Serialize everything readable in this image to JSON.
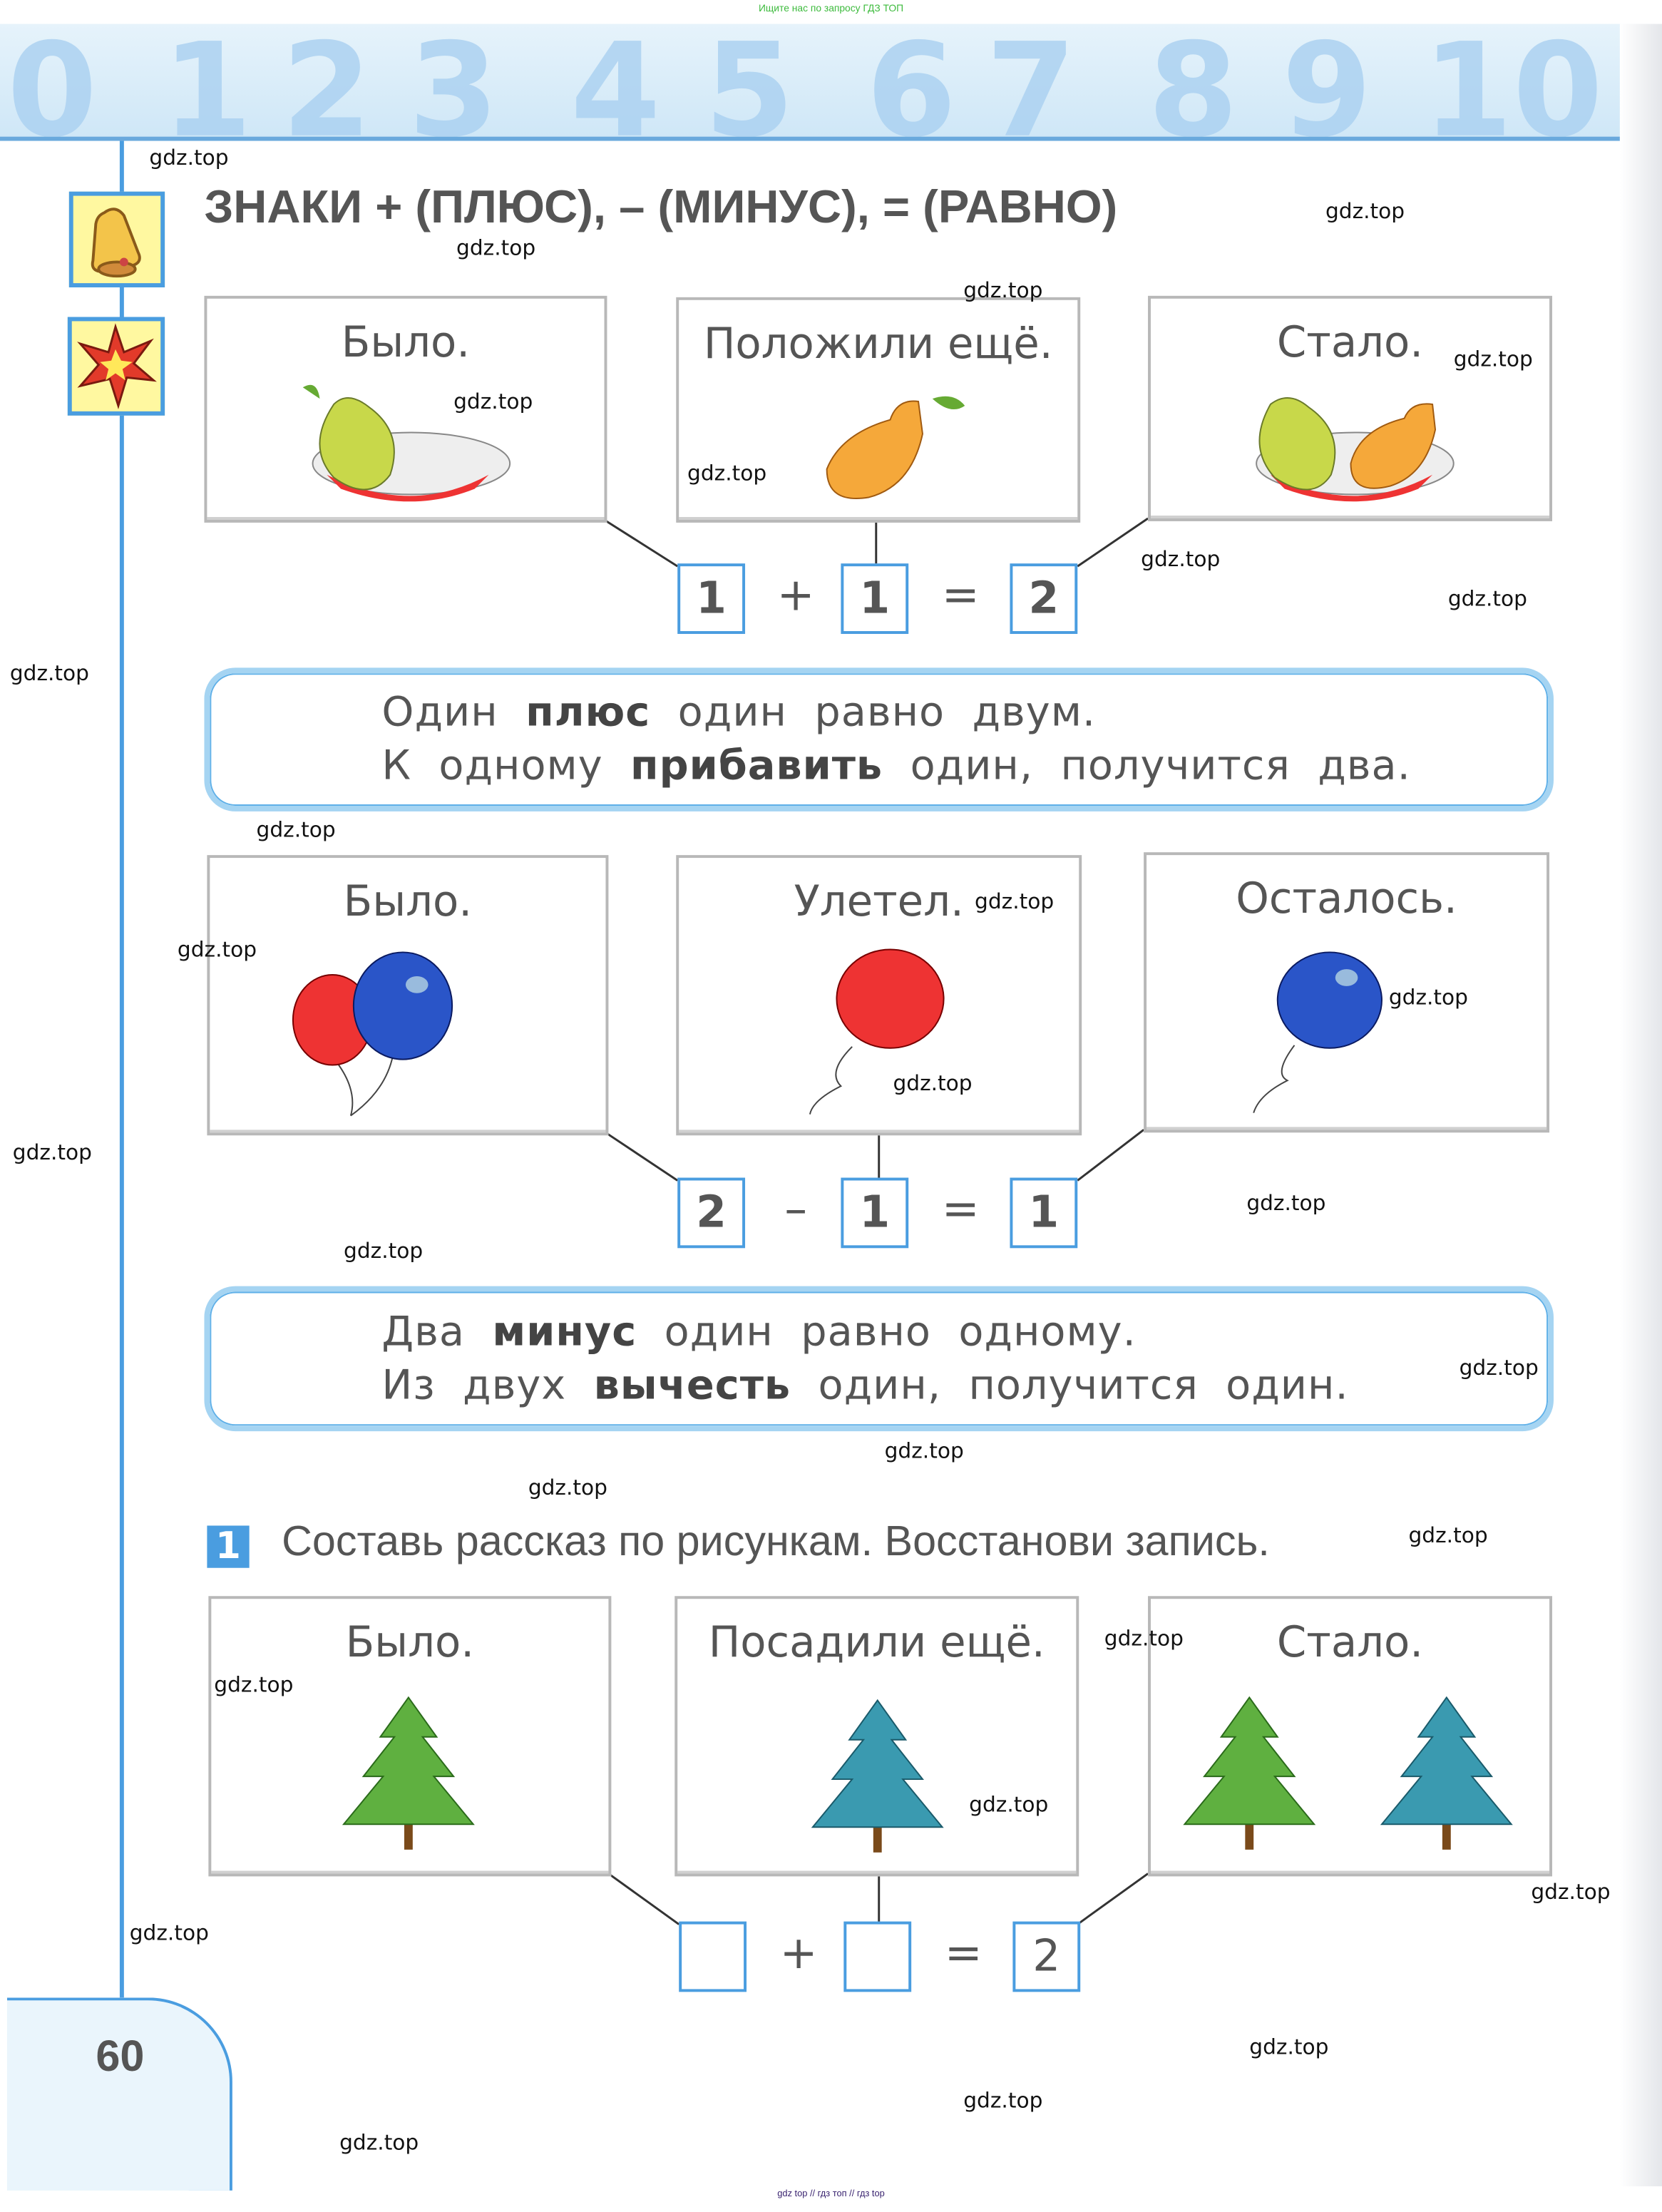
{
  "top_note": "Ищите нас по запросу ГДЗ ТОП",
  "bottom_note": "gdz top  //  гдз топ  //  гдз top",
  "banner_digits": [
    "0",
    "1",
    "2",
    "3",
    "4",
    "5",
    "6",
    "7",
    "8",
    "9",
    "10"
  ],
  "title": "ЗНАКИ  +  (ПЛЮС),  –  (МИНУС),  =  (РАВНО)",
  "addition": {
    "panels": [
      "Было.",
      "Положили  ещё.",
      "Стало."
    ],
    "equation": {
      "a": "1",
      "op": "+",
      "b": "1",
      "eq": "=",
      "result": "2"
    },
    "rule": {
      "l1_pre": "Один  ",
      "l1_bold": "плюс",
      "l1_post": "  один  равно  двум.",
      "l2_pre": "К  одному  ",
      "l2_bold": "прибавить",
      "l2_post": "  один,  получится  два."
    }
  },
  "subtraction": {
    "panels": [
      "Было.",
      "Улетел.",
      "Осталось."
    ],
    "equation": {
      "a": "2",
      "op": "–",
      "b": "1",
      "eq": "=",
      "result": "1"
    },
    "rule": {
      "l1_pre": "Два  ",
      "l1_bold": "минус",
      "l1_post": "  один  равно  одному.",
      "l2_pre": "Из  двух  ",
      "l2_bold": "вычесть",
      "l2_post": "  один,  получится  один."
    }
  },
  "task": {
    "number": "1",
    "text": "Составь  рассказ  по  рисункам.  Восстанови  запись.",
    "panels": [
      "Было.",
      "Посадили  ещё.",
      "Стало."
    ],
    "equation": {
      "a": "",
      "op": "+",
      "b": "",
      "eq": "=",
      "result": "2"
    }
  },
  "page_number": "60",
  "watermark": "gdz.top"
}
